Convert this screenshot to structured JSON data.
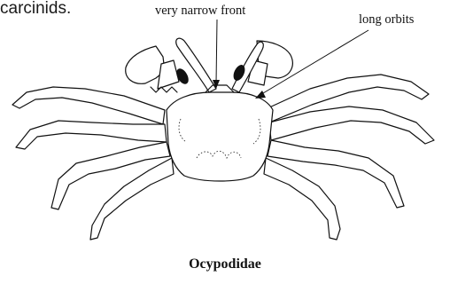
{
  "snippet_text": "carcinids.",
  "labels": {
    "front": "very narrow front",
    "orbits": "long orbits"
  },
  "caption": "Ocypodidae",
  "colors": {
    "ink": "#111111",
    "background": "#ffffff"
  }
}
